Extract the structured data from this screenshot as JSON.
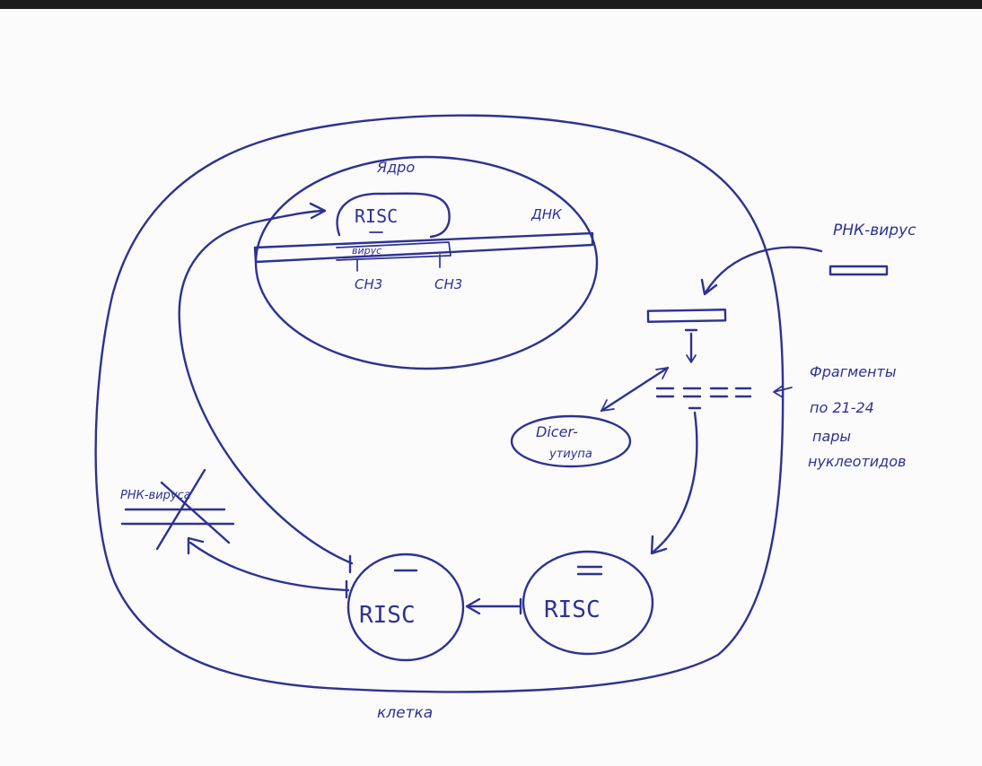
{
  "colors": {
    "ink": "#2e3192",
    "paper": "#fbfbfb"
  },
  "labels": {
    "nucleus": "Ядро",
    "dna": "ДНК",
    "rna_virus": "РНК-вирус",
    "fragments": [
      "Фрагменты",
      "по 21-24",
      "пары",
      "нуклеотидов"
    ],
    "dicer": [
      "Dicer-",
      "утиупа"
    ],
    "risc_nucleus": "RISC",
    "risc_left": "RISC",
    "risc_right": "RISC",
    "virus_in_dna": "вирус",
    "ch3_left": "CH3",
    "ch3_right": "CH3",
    "rna_virus_crossed": "РНК-вируса",
    "cell": "клетка"
  }
}
